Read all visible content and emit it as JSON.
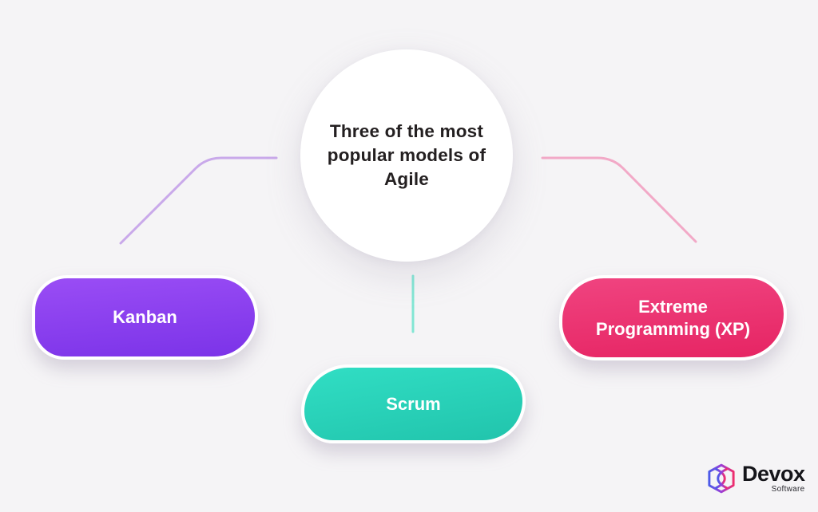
{
  "diagram": {
    "center": {
      "title": "Three of the most popular models of Agile"
    },
    "nodes": [
      {
        "id": "kanban",
        "label": "Kanban"
      },
      {
        "id": "scrum",
        "label": "Scrum"
      },
      {
        "id": "xp",
        "label": "Extreme Programming (XP)"
      }
    ]
  },
  "logo": {
    "name": "Devox",
    "subtitle": "Software"
  },
  "colors": {
    "background": "#F5F4F6",
    "circle_fill": "#FFFFFF",
    "title_text": "#231F20",
    "node_text": "#FFFFFF",
    "connector_left": "#C9A9EA",
    "connector_middle": "#82E6D4",
    "connector_right": "#F2A9C7",
    "kanban_gradient_top": "#9A4DF5",
    "kanban_gradient_bottom": "#7B33E8",
    "scrum_gradient_top": "#31DEC4",
    "scrum_gradient_bottom": "#21C4AC",
    "xp_gradient_top": "#F04480",
    "xp_gradient_bottom": "#E62463",
    "logo_gradient_start": "#4B5AE9",
    "logo_gradient_mid": "#9C3ED6",
    "logo_gradient_end": "#EE2E6E"
  }
}
